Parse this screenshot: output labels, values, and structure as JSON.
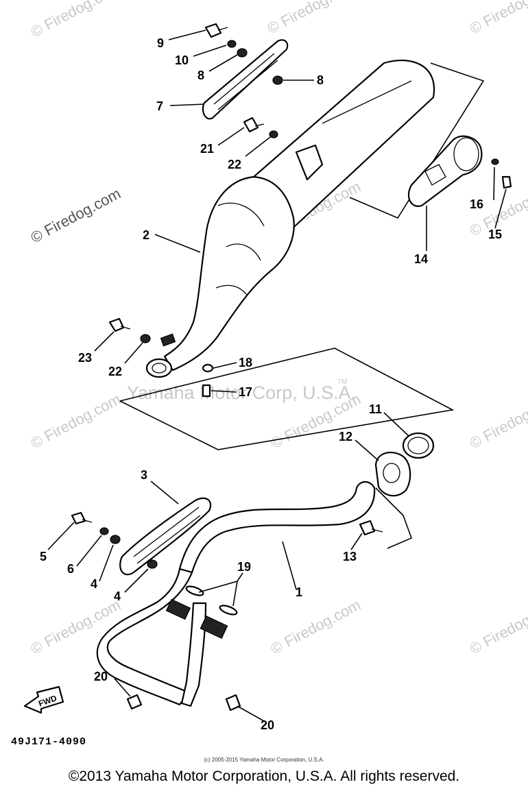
{
  "watermarks": {
    "site": "© Firedog.com",
    "brand": "Yamaha Motor Corp, U.S.A.",
    "tm": "TM"
  },
  "callouts": {
    "p1": "1",
    "p2": "2",
    "p3": "3",
    "p4a": "4",
    "p4b": "4",
    "p5": "5",
    "p6": "6",
    "p7": "7",
    "p8a": "8",
    "p8b": "8",
    "p9": "9",
    "p10": "10",
    "p11": "11",
    "p12": "12",
    "p13": "13",
    "p14": "14",
    "p15": "15",
    "p16": "16",
    "p17": "17",
    "p18": "18",
    "p19": "19",
    "p20a": "20",
    "p20b": "20",
    "p21": "21",
    "p22a": "22",
    "p22b": "22",
    "p23": "23"
  },
  "fwd_label": "FWD",
  "diagram_code": "49J171-4090",
  "copyright_small": "(c) 2005-2015 Yamaha Motor Corporation, U.S.A.",
  "copyright_main": "©2013 Yamaha Motor Corporation, U.S.A. All rights reserved."
}
